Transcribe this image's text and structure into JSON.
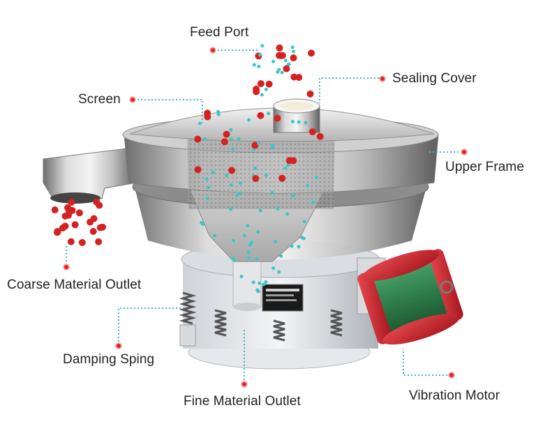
{
  "labels": {
    "feed_port": "Feed Port",
    "sealing_cover": "Sealing Cover",
    "screen": "Screen",
    "upper_frame": "Upper Frame",
    "coarse_material_outlet": "Coarse Material Outlet",
    "damping_sping": "Damping Sping",
    "fine_material_outlet": "Fine Material Outlet",
    "vibration_motor": "Vibration Motor"
  },
  "colors": {
    "coarse_particle": "#d42222",
    "fine_particle": "#3cc6c8",
    "leader_line": "#38b8c8",
    "marker": "#e02222",
    "steel": "#c8c8c8",
    "motor_body": "#2e7d4a",
    "motor_cap": "#c81e26"
  }
}
